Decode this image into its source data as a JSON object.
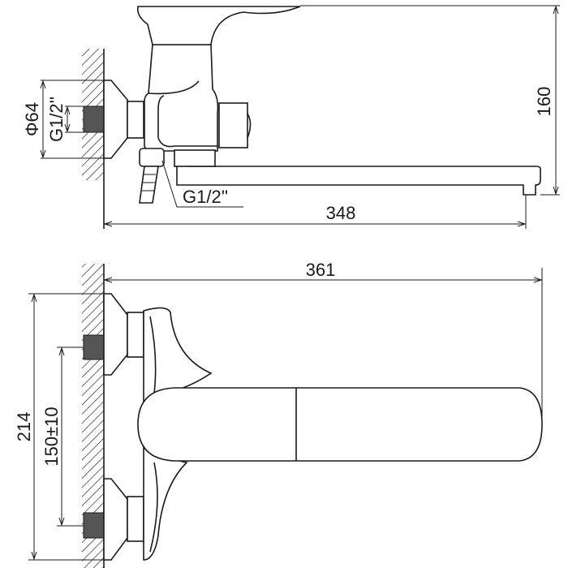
{
  "top_view": {
    "flange_diameter": "Φ64",
    "inlet_thread": "G1/2''",
    "outlet_thread": "G1/2''",
    "spout_length": "348",
    "height": "160"
  },
  "bottom_view": {
    "overall_length": "361",
    "overall_height": "214",
    "inlet_spacing": "150±10"
  }
}
